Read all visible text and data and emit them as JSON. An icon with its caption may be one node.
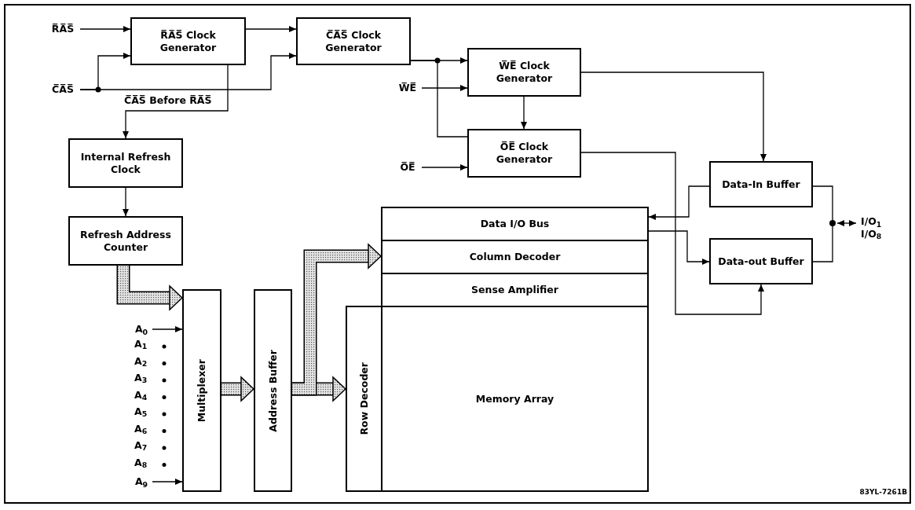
{
  "diagram": {
    "nodes": [
      {
        "text": [
          "R̅A̅S̅"
        ]
      },
      {
        "text": [
          "R̅A̅S̅ Clock Generator"
        ]
      },
      {
        "text": [
          "C̅A̅S̅ Clock Generator"
        ]
      },
      {
        "text": [
          "C̅A̅S̅"
        ]
      },
      {
        "text": [
          "W̅E̅ Clock Generator"
        ]
      },
      {
        "text": [
          "W̅E̅"
        ]
      },
      {
        "text": [
          "O̅E̅ Clock Generator"
        ]
      },
      {
        "text": [
          "O̅E̅"
        ]
      },
      {
        "text": [
          "Internal Refresh Clock"
        ]
      },
      {
        "text": [
          "Data-In Buffer"
        ]
      },
      {
        "text": [
          "Data I/O Bus"
        ]
      },
      {
        "text": [],
        "shape": "circle"
      },
      {
        "text": [
          "I/O$_{1}$",
          "I/O$_{8}$"
        ]
      },
      {
        "text": [
          "Refresh Address Counter"
        ]
      },
      {
        "text": [
          "Column Decoder"
        ]
      },
      {
        "text": [
          "Data-out Buffer"
        ]
      },
      {
        "text": [
          "Sense Amplifier"
        ]
      },
      {
        "text": [
          "Multiplexer"
        ]
      },
      {
        "text": [
          "A$_{0}$"
        ]
      },
      {
        "text": [
          "Address Buffer"
        ]
      },
      {
        "text": [
          "Row Decoder"
        ]
      },
      {
        "text": [
          "Memory Array"
        ]
      },
      {
        "text": [
          "A$_{9}$"
        ]
      }
    ],
    "edges": [
      {
        "from": 0,
        "to": 1,
        "arrow": "to"
      },
      {
        "from": 3,
        "to": 1,
        "arrow": "to"
      },
      {
        "from": 3,
        "to": 2,
        "arrow": "to"
      },
      {
        "from": 1,
        "to": 2,
        "arrow": "to"
      },
      {
        "from": 1,
        "to": 8,
        "arrow": "to",
        "label": "C̅A̅S̅ Before R̅A̅S̅"
      },
      {
        "from": 8,
        "to": 13,
        "arrow": "to"
      },
      {
        "from": 2,
        "to": 4,
        "arrow": "to"
      },
      {
        "from": 2,
        "to": 6,
        "arrow": "none"
      },
      {
        "from": 5,
        "to": 4,
        "arrow": "to"
      },
      {
        "from": 4,
        "to": 6,
        "arrow": "to"
      },
      {
        "from": 7,
        "to": 6,
        "arrow": "to"
      },
      {
        "from": 4,
        "to": 9,
        "arrow": "to"
      },
      {
        "from": 6,
        "to": 15,
        "arrow": "to"
      },
      {
        "from": 9,
        "to": 10,
        "arrow": "to"
      },
      {
        "from": 10,
        "to": 15,
        "arrow": "to"
      },
      {
        "from": 9,
        "to": 11,
        "arrow": "none"
      },
      {
        "from": 15,
        "to": 11,
        "arrow": "none"
      },
      {
        "from": 11,
        "to": 12,
        "arrow": "both"
      },
      {
        "from": 18,
        "to": 17,
        "arrow": "to"
      },
      {
        "from": 22,
        "to": 17,
        "arrow": "to"
      },
      {
        "from": 13,
        "to": 17,
        "arrow": "to",
        "style": "thick"
      },
      {
        "from": 17,
        "to": 19,
        "arrow": "to",
        "style": "thick"
      },
      {
        "from": 19,
        "to": 20,
        "arrow": "to",
        "style": "thick"
      },
      {
        "from": 19,
        "to": 14,
        "arrow": "to",
        "style": "thick"
      }
    ],
    "labels": [
      "A$_{1}$",
      "A$_{2}$",
      "A$_{3}$",
      "A$_{4}$",
      "A$_{5}$",
      "A$_{6}$",
      "A$_{7}$",
      "A$_{8}$",
      "83YL-7261B"
    ]
  }
}
